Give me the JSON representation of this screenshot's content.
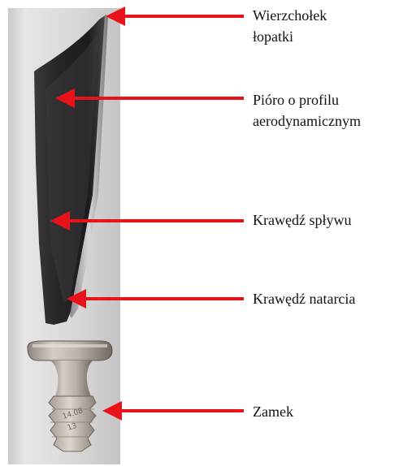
{
  "figure": {
    "colors": {
      "arrow": "#e8121b",
      "background_photo": "#dcdcdc",
      "blade_dark": "#2a2a2c",
      "metal_light": "#c8c2bb",
      "text": "#111111"
    },
    "engraving_text": [
      "14.08",
      "13"
    ],
    "labels": {
      "tip": [
        "Wierzchołek",
        "łopatki"
      ],
      "airfoil": [
        "Pióro o profilu",
        "aerodynamicznym"
      ],
      "trailing_edge": "Krawędź spływu",
      "leading_edge": "Krawędź natarcia",
      "root": "Zamek"
    }
  }
}
